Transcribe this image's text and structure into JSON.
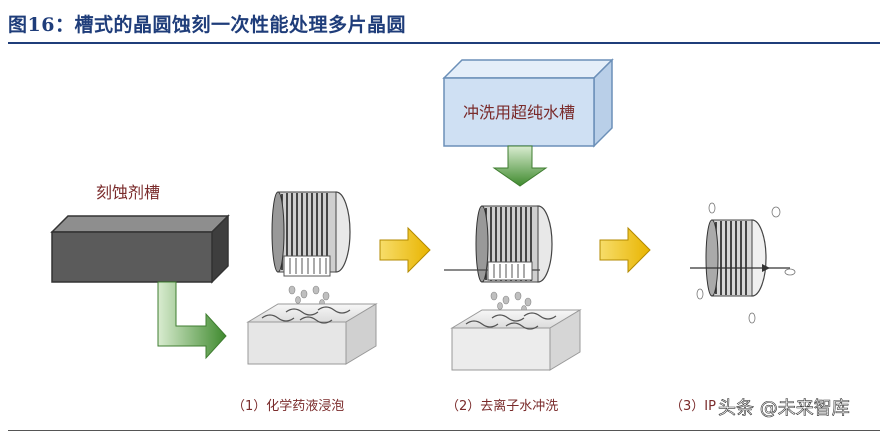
{
  "header": {
    "title": "图16：槽式的晶圆蚀刻一次性能处理多片晶圆"
  },
  "labels": {
    "etchant_tank": "刻蚀剂槽",
    "rinse_tank": "冲洗用超纯水槽",
    "step1": "（1）化学药液浸泡",
    "step2": "（2）去离子水冲洗",
    "step3": "（3）IP"
  },
  "watermark": "头条 @未来智库",
  "colors": {
    "title": "#1f3d7a",
    "rinse_tank_fill": "#cfe0f3",
    "etchant_tank_fill": "#5b5b5b",
    "green_arrow": "#4f9a3c",
    "yellow_arrow": "#f2c418"
  }
}
